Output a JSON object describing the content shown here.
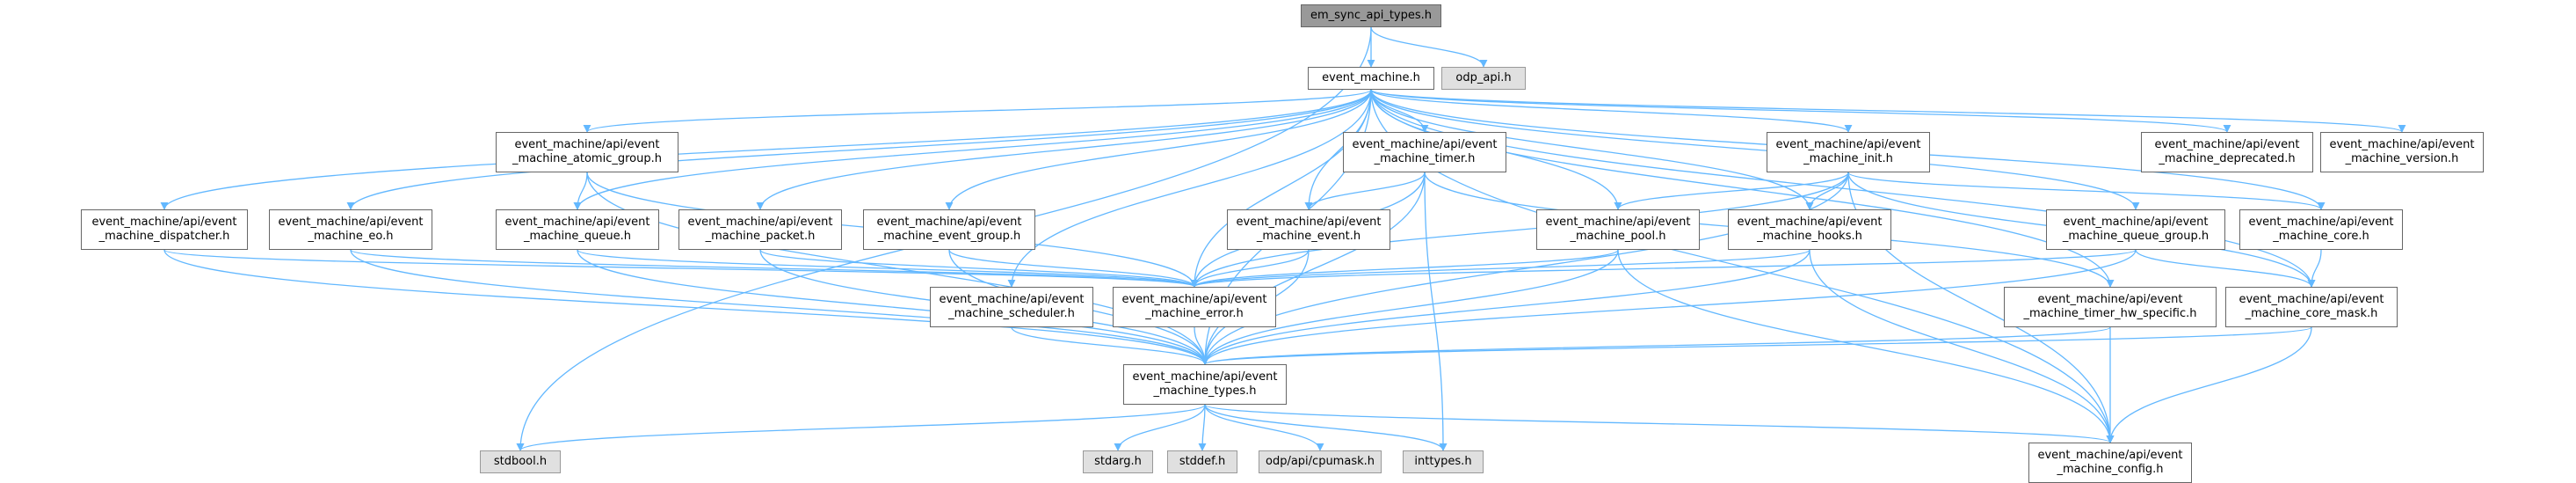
{
  "diagram": {
    "colors": {
      "edge": "#63b8ff",
      "root_fill": "#999999",
      "node_border": "#666666",
      "system_fill": "#e0e0e0",
      "system_border": "#999999"
    },
    "nodes": {
      "root": [
        "em_sync_api_types.h"
      ],
      "odp_api": [
        "odp_api.h"
      ],
      "em": [
        "event_machine.h"
      ],
      "atomic_group": [
        "event_machine/api/event",
        "_machine_atomic_group.h"
      ],
      "timer": [
        "event_machine/api/event",
        "_machine_timer.h"
      ],
      "init": [
        "event_machine/api/event",
        "_machine_init.h"
      ],
      "deprecated": [
        "event_machine/api/event",
        "_machine_deprecated.h"
      ],
      "version": [
        "event_machine/api/event",
        "_machine_version.h"
      ],
      "dispatcher": [
        "event_machine/api/event",
        "_machine_dispatcher.h"
      ],
      "eo": [
        "event_machine/api/event",
        "_machine_eo.h"
      ],
      "queue": [
        "event_machine/api/event",
        "_machine_queue.h"
      ],
      "packet": [
        "event_machine/api/event",
        "_machine_packet.h"
      ],
      "event_group": [
        "event_machine/api/event",
        "_machine_event_group.h"
      ],
      "event": [
        "event_machine/api/event",
        "_machine_event.h"
      ],
      "pool": [
        "event_machine/api/event",
        "_machine_pool.h"
      ],
      "hooks": [
        "event_machine/api/event",
        "_machine_hooks.h"
      ],
      "queue_group": [
        "event_machine/api/event",
        "_machine_queue_group.h"
      ],
      "core": [
        "event_machine/api/event",
        "_machine_core.h"
      ],
      "scheduler": [
        "event_machine/api/event",
        "_machine_scheduler.h"
      ],
      "error": [
        "event_machine/api/event",
        "_machine_error.h"
      ],
      "timer_hw": [
        "event_machine/api/event",
        "_machine_timer_hw_specific.h"
      ],
      "core_mask": [
        "event_machine/api/event",
        "_machine_core_mask.h"
      ],
      "types": [
        "event_machine/api/event",
        "_machine_types.h"
      ],
      "stdbool": [
        "stdbool.h"
      ],
      "stdarg": [
        "stdarg.h"
      ],
      "stddef": [
        "stddef.h"
      ],
      "cpumask": [
        "odp/api/cpumask.h"
      ],
      "inttypes": [
        "inttypes.h"
      ],
      "config": [
        "event_machine/api/event",
        "_machine_config.h"
      ]
    }
  }
}
